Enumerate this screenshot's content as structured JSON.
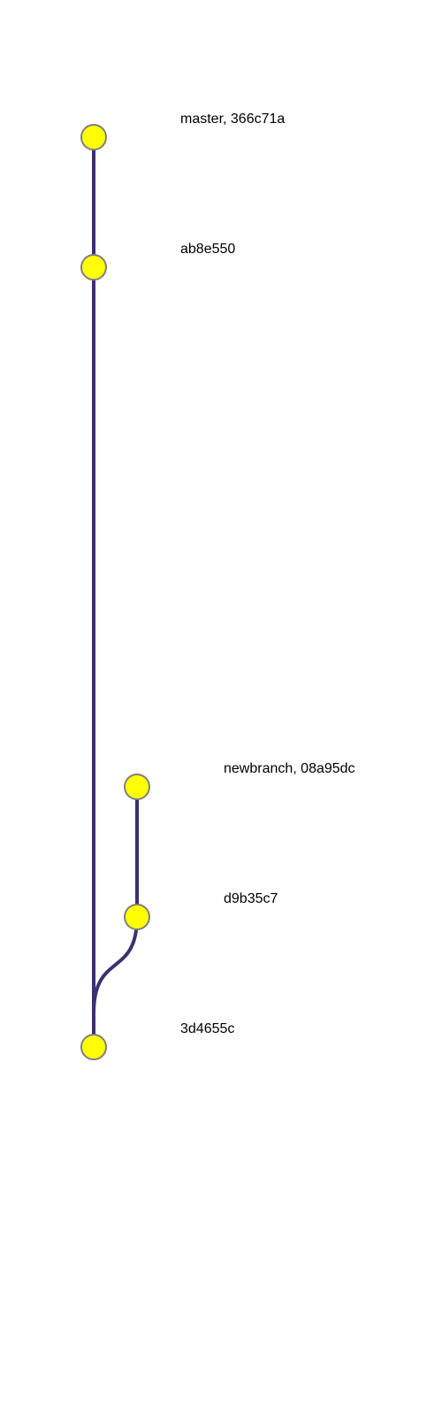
{
  "graph": {
    "node_color": "#ffff00",
    "node_stroke": "#7f7f7f",
    "edge_color": "#3d2f73",
    "commits": [
      {
        "id": "c1",
        "label": "master, 366c71a",
        "lane": 0
      },
      {
        "id": "c2",
        "label": "ab8e550",
        "lane": 0
      },
      {
        "id": "c3",
        "label": "newbranch, 08a95dc",
        "lane": 1
      },
      {
        "id": "c4",
        "label": "d9b35c7",
        "lane": 1
      },
      {
        "id": "c5",
        "label": "3d4655c",
        "lane": 0
      }
    ]
  }
}
